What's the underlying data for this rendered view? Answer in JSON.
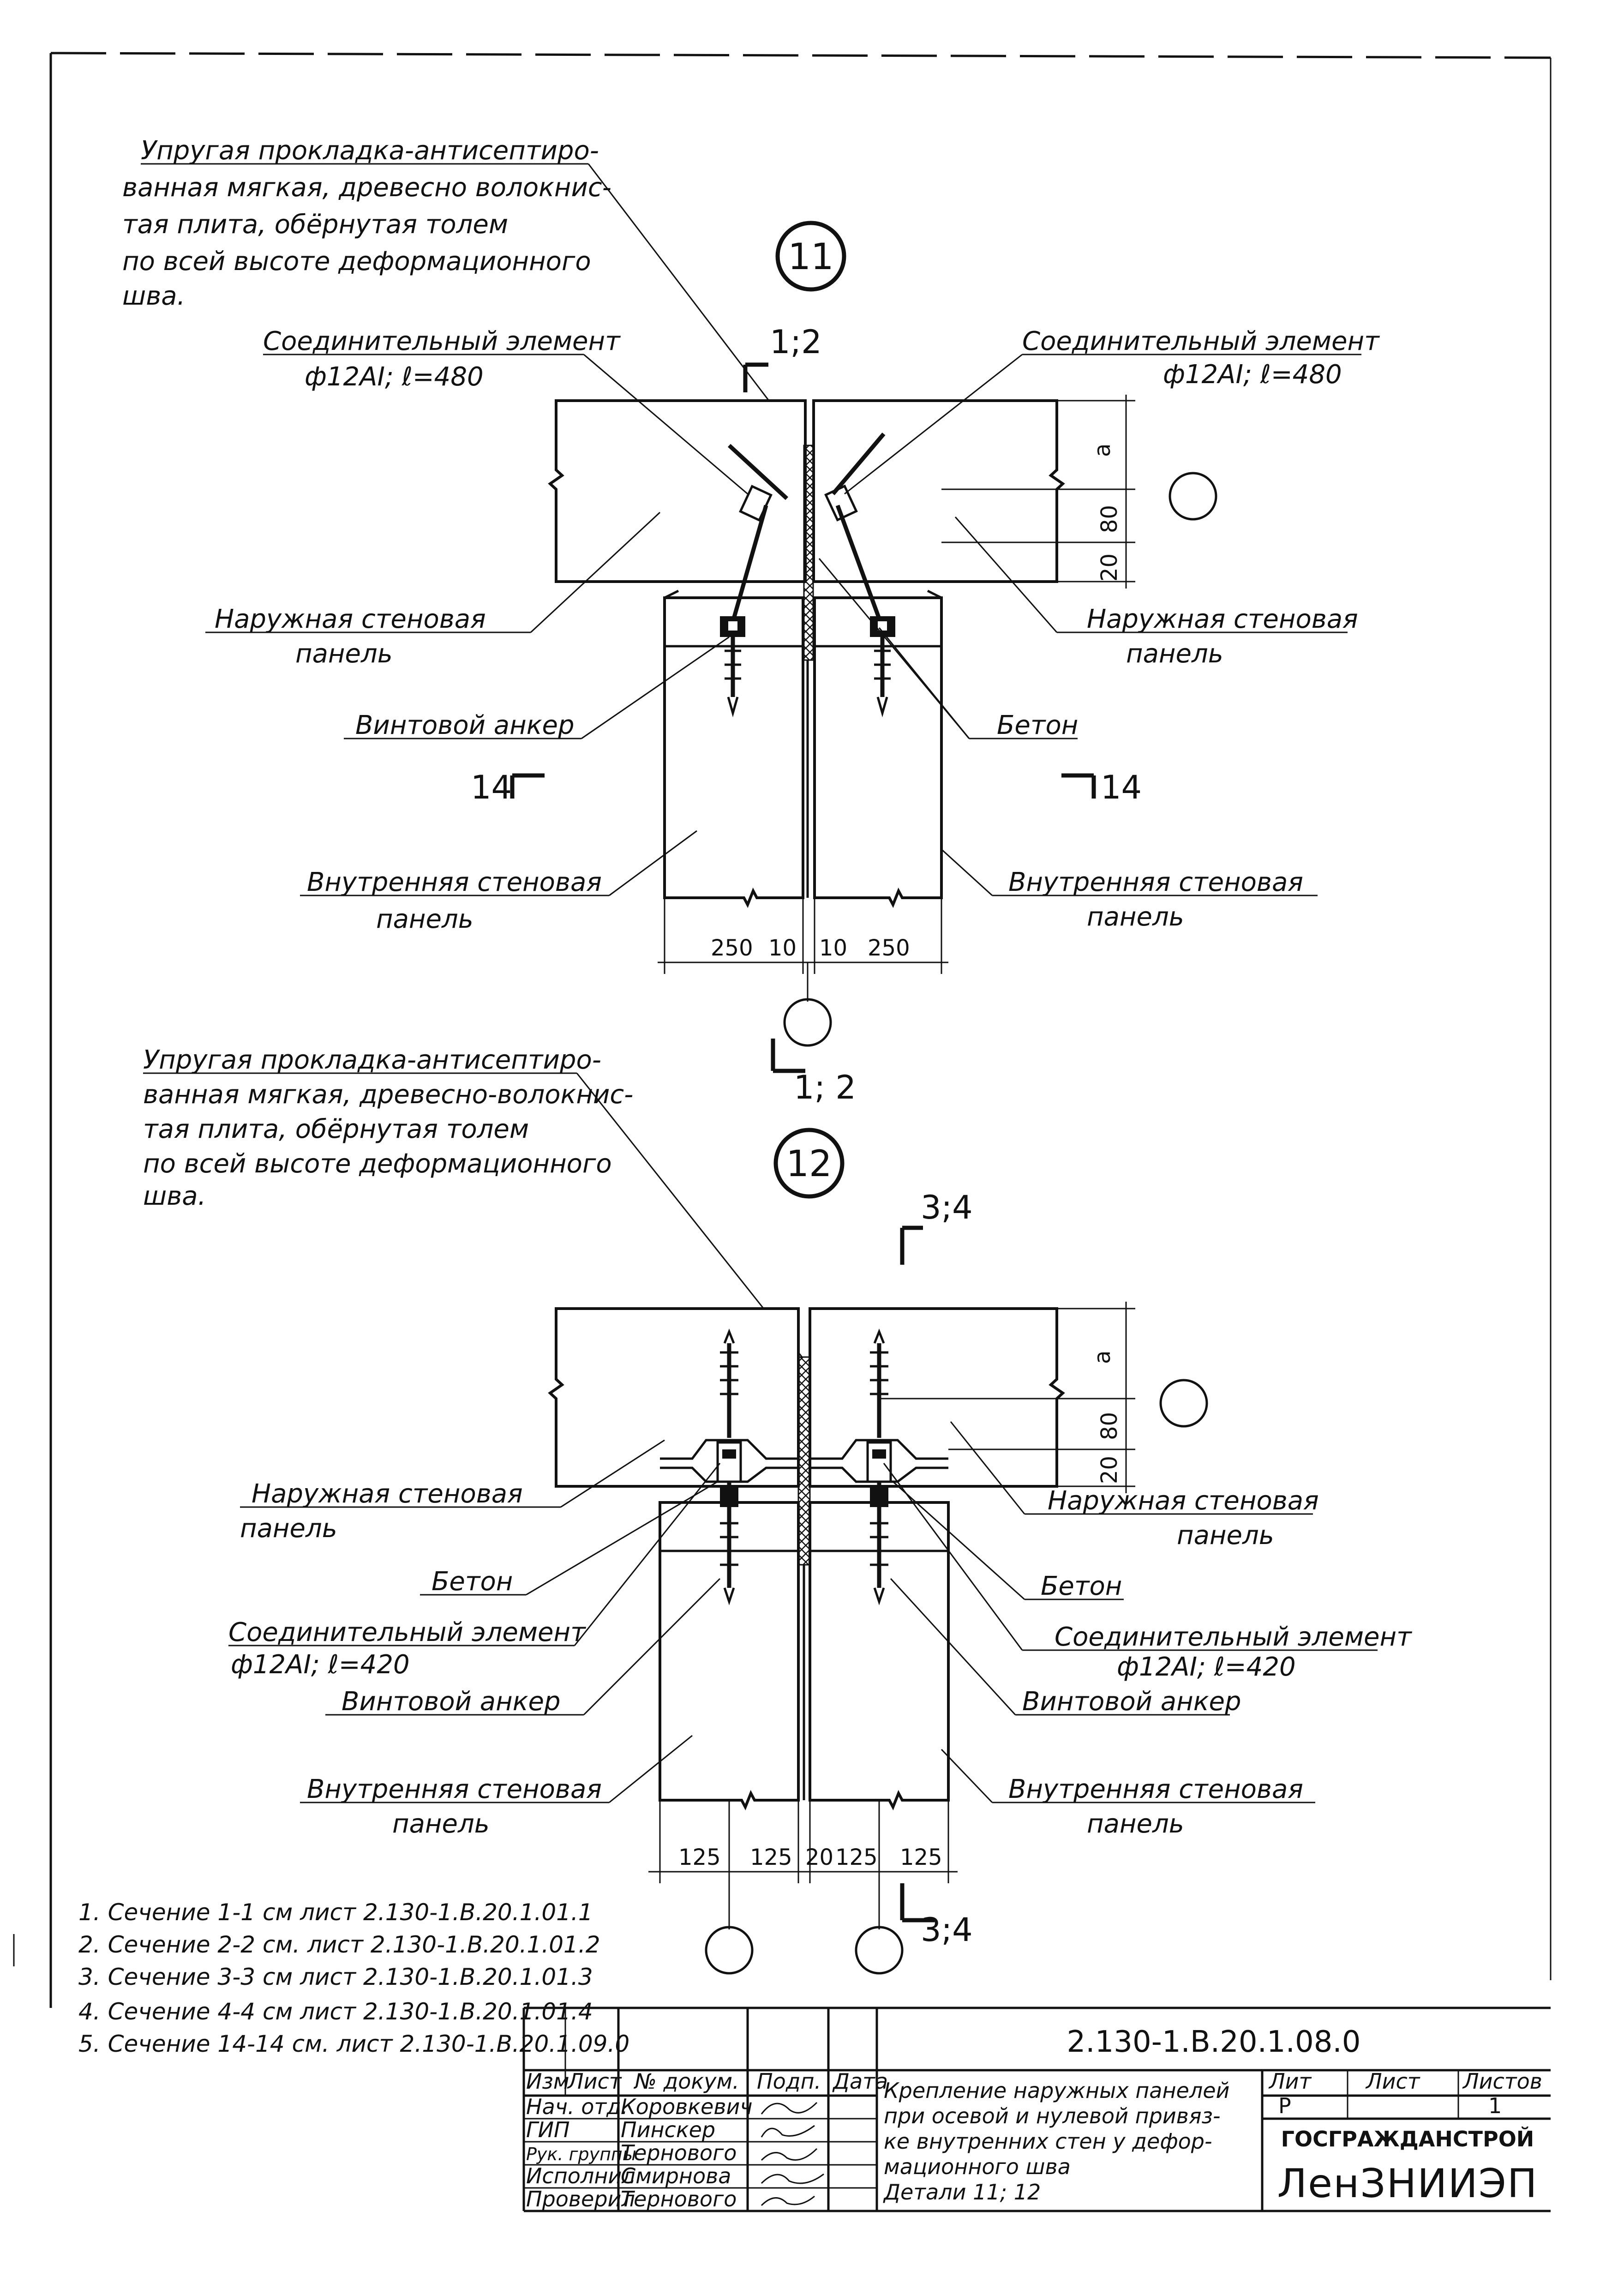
{
  "detail_11": {
    "marker": "11",
    "note_lines": [
      "Упругая прокладка-антисептиро-",
      "ванная мягкая, древесно волокнис-",
      "тая плита, обёрнутая толем",
      "по всей высоте деформационного",
      "шва."
    ],
    "connector_left": [
      "Соединительный элемент",
      "ф12АI; ℓ=480"
    ],
    "connector_right": [
      "Соединительный элемент",
      "ф12АI; ℓ=480"
    ],
    "outer_left": [
      "Наружная стеновая",
      "панель"
    ],
    "outer_right": [
      "Наружная стеновая",
      "панель"
    ],
    "anchor": "Винтовой анкер",
    "concrete": "Бетон",
    "inner_left": [
      "Внутренняя стеновая",
      "панель"
    ],
    "inner_right": [
      "Внутренняя стеновая",
      "панель"
    ],
    "cut_top": "1;2",
    "cut_bottom": "1; 2",
    "cut_left": "14",
    "cut_right": "14",
    "dims_h": [
      "250",
      "10",
      "10",
      "250"
    ],
    "dims_v": [
      "а",
      "80",
      "20"
    ]
  },
  "detail_12": {
    "marker": "12",
    "note_lines": [
      "Упругая прокладка-антисептиро-",
      "ванная мягкая, древесно-волокнис-",
      "тая плита, обёрнутая толем",
      "по всей высоте деформационного",
      "шва."
    ],
    "cut_top": "3;4",
    "cut_bottom": "3;4",
    "outer_left": [
      "Наружная стеновая",
      "панель"
    ],
    "outer_right": [
      "Наружная стеновая",
      "панель"
    ],
    "concrete_left": "Бетон",
    "concrete_right": "Бетон",
    "connector_left": [
      "Соединительный элемент",
      "ф12АI; ℓ=420"
    ],
    "connector_right": [
      "Соединительный элемент",
      "ф12АI; ℓ=420"
    ],
    "anchor_left": "Винтовой анкер",
    "anchor_right": "Винтовой анкер",
    "inner_left": [
      "Внутренняя стеновая",
      "панель"
    ],
    "inner_right": [
      "Внутренняя стеновая",
      "панель"
    ],
    "dims_h": [
      "125",
      "125",
      "20",
      "125",
      "125"
    ],
    "dims_v": [
      "а",
      "80",
      "20"
    ]
  },
  "notes": [
    "1. Сечение 1-1 см лист 2.130-1.В.20.1.01.1",
    "2. Сечение 2-2 см. лист 2.130-1.В.20.1.01.2",
    "3. Сечение 3-3 см лист 2.130-1.В.20.1.01.3",
    "4. Сечение 4-4 см лист 2.130-1.В.20.1.01.4",
    "5. Сечение 14-14 см. лист 2.130-1.В.20.1.09.0"
  ],
  "title_block": {
    "code": "2.130-1.В.20.1.08.0",
    "col_headers": [
      "Изм",
      "Лист",
      "№ докум.",
      "Подп.",
      "Дата"
    ],
    "rows": [
      {
        "role": "Нач. отд.",
        "name": "Коровкевич"
      },
      {
        "role": "ГИП",
        "name": "Пинскер"
      },
      {
        "role": "Рук. группы",
        "name": "Тернового"
      },
      {
        "role": "Исполнил",
        "name": "Смирнова"
      },
      {
        "role": "Проверил",
        "name": "Тернового"
      }
    ],
    "title_lines": [
      "Крепление наружных панелей",
      "при осевой и нулевой привяз-",
      "ке внутренних стен у дефор-",
      "мационного шва",
      "Детали 11; 12"
    ],
    "lit_label": "Лит",
    "sheet_label": "Лист",
    "sheets_label": "Листов",
    "lit_value": "Р",
    "sheets_value": "1",
    "org_top": "ГОСГРАЖДАНСТРОЙ",
    "org_name": "ЛенЗНИИЭП"
  }
}
